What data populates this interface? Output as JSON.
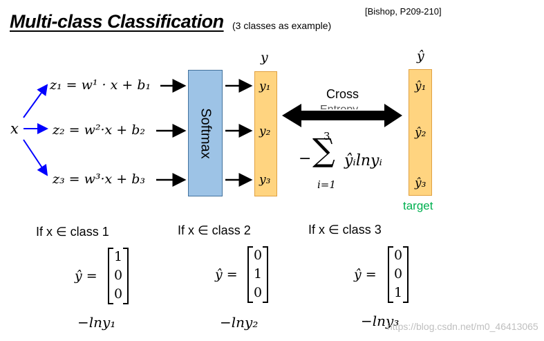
{
  "title": "Multi-class Classification",
  "subtitle": "(3 classes as example)",
  "reference": "[Bishop, P209-210]",
  "input_label": "x",
  "equations": [
    "z₁ = w¹ · x + b₁",
    "z₂ = w²·x + b₂",
    "z₃ = w³·x + b₃"
  ],
  "softmax_label": "Softmax",
  "y_header": "y",
  "y_items": [
    "y₁",
    "y₂",
    "y₃"
  ],
  "yhat_header": "ŷ",
  "yhat_items": [
    "ŷ₁",
    "ŷ₂",
    "ŷ₃"
  ],
  "target_label": "target",
  "cross_label": "Cross",
  "entropy_label": "Entropy",
  "loss_formula": {
    "minus": "−",
    "sigma": "∑",
    "upper": "3",
    "lower": "i=1",
    "body": "ŷᵢlnyᵢ"
  },
  "cases": [
    {
      "condition": "If x ∈ class 1",
      "lhs": "ŷ =",
      "vector": [
        "1",
        "0",
        "0"
      ],
      "loss": "−lny₁"
    },
    {
      "condition": "If x ∈ class 2",
      "lhs": "ŷ =",
      "vector": [
        "0",
        "1",
        "0"
      ],
      "loss": "−lny₂"
    },
    {
      "condition": "If x ∈ class 3",
      "lhs": "ŷ =",
      "vector": [
        "0",
        "0",
        "1"
      ],
      "loss": "−lny₃"
    }
  ],
  "watermark": "https://blog.csdn.net/m0_46413065",
  "colors": {
    "softmax_fill": "#9dc3e6",
    "vector_fill": "#ffd480",
    "input_arrows": "#0000ff",
    "target_text": "#00b050"
  }
}
